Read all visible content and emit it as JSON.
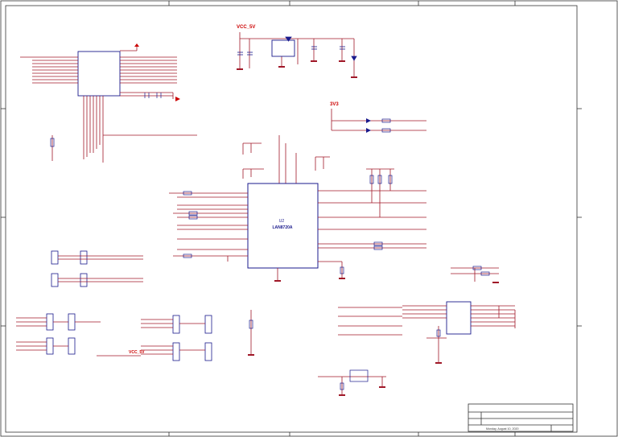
{
  "sheet": {
    "power_labels": {
      "vcc5v_top": "VCC_5V",
      "rail_3v3": "3V3",
      "vcc5v_bottom": "VCC_5V"
    },
    "chips": {
      "u2_ref": "U2",
      "u2_part": "LAN8720A"
    },
    "title_block": {
      "date": "Monday, August 10, 2020"
    }
  }
}
